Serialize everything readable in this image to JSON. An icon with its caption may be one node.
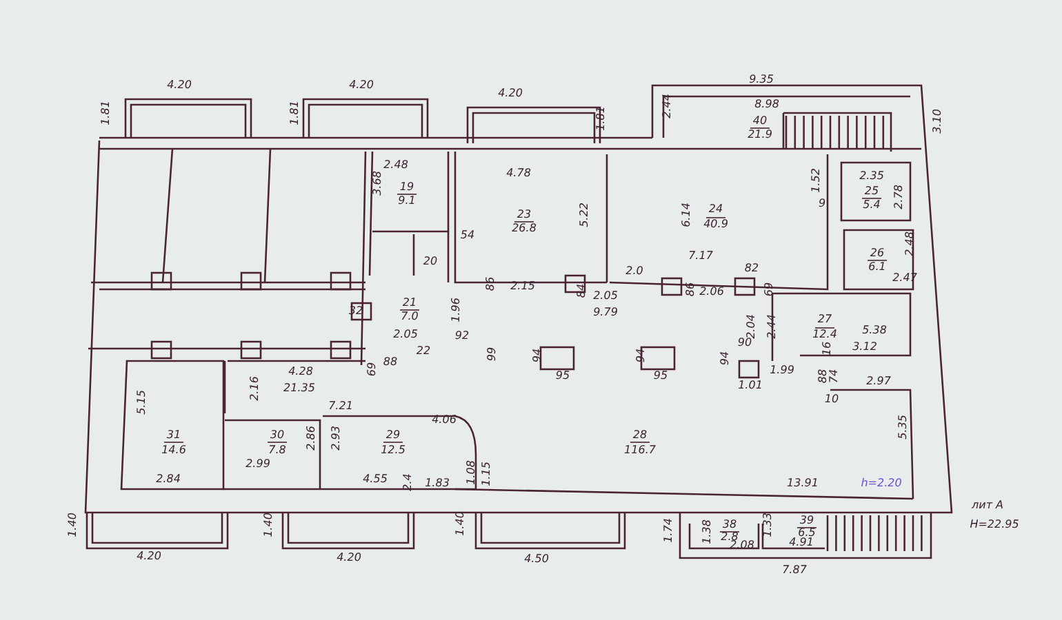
{
  "diagram": {
    "labels": [
      "4.20",
      "4.20",
      "4.20",
      "9.35",
      "1.81",
      "1.81",
      "1.81",
      "2.44",
      "8.98",
      "40",
      "21.9",
      "3.10",
      "2.48",
      "3.68",
      "19",
      "9.1",
      "4.78",
      "23",
      "26.8",
      "5.22",
      "6.14",
      "24",
      "40.9",
      "1.52",
      "2.35",
      "25",
      "5.4",
      "2.78",
      "9",
      "7.17",
      "54",
      "20",
      "2.48",
      "26",
      "6.1",
      "2.47",
      "86",
      "2.15",
      "2.0",
      "84",
      "2.05",
      "9.79",
      "86",
      "2.06",
      "82",
      "69",
      "21",
      "7.0",
      "1.96",
      "32",
      "2.04",
      "2.44",
      "27",
      "12.4",
      "5.38",
      "2.05",
      "92",
      "90",
      "22",
      "99",
      "94",
      "94",
      "94",
      "16",
      "3.12",
      "88",
      "69",
      "4.28",
      "95",
      "95",
      "1.01",
      "1.99",
      "88",
      "74",
      "2.97",
      "2.16",
      "21.35",
      "10",
      "5.15",
      "7.21",
      "4.06",
      "31",
      "14.6",
      "30",
      "7.8",
      "2.86",
      "2.93",
      "29",
      "12.5",
      "28",
      "116.7",
      "5.35",
      "2.99",
      "1.08",
      "1.15",
      "2.84",
      "4.55",
      "2.4",
      "1.83",
      "13.91",
      "h=2.20",
      "лит А",
      "1.40",
      "1.40",
      "1.40",
      "1.74",
      "1.38",
      "38",
      "2.8",
      "1.33",
      "39",
      "6.5",
      "H=22.95",
      "2.08",
      "4.91",
      "4.20",
      "4.20",
      "4.50",
      "7.87"
    ]
  }
}
